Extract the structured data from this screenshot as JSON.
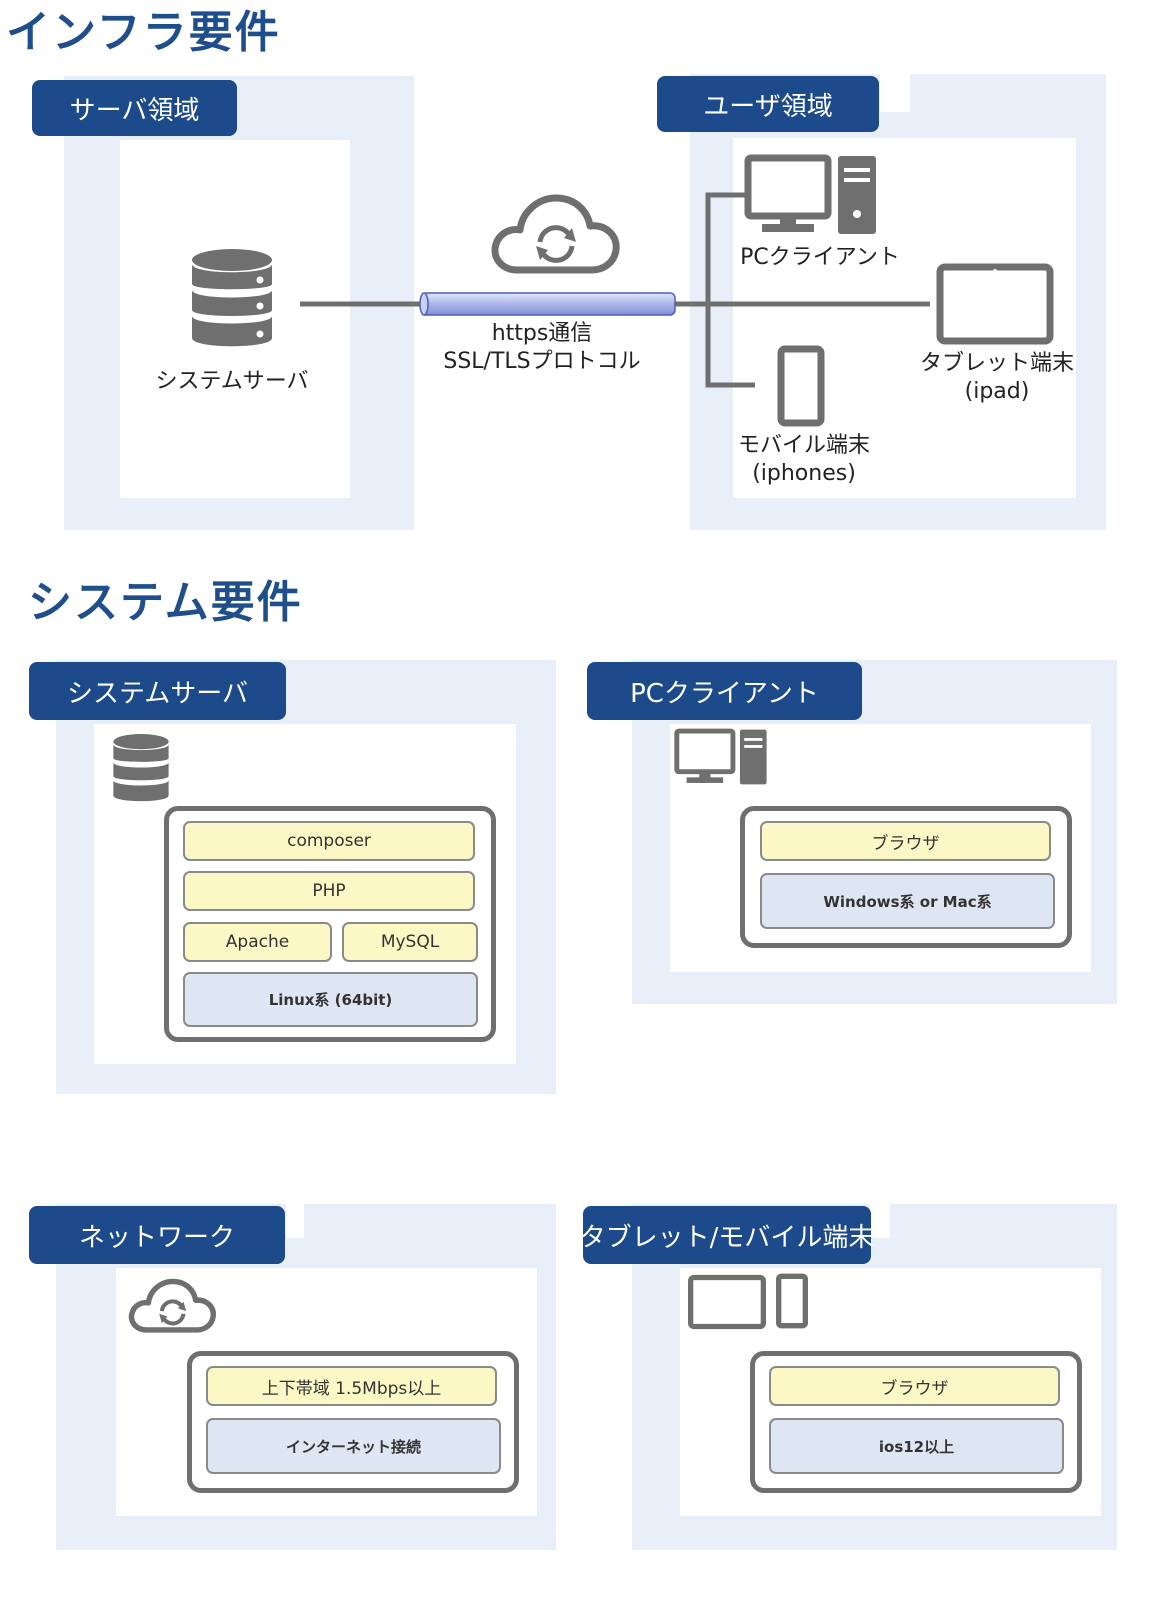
{
  "infra": {
    "title": "インフラ要件",
    "server_area": "サーバ領域",
    "user_area": "ユーザ領域",
    "server_label": "システムサーバ",
    "connection_line1": "https通信",
    "connection_line2": "SSL/TLSプロトコル",
    "pc_label": "PCクライアント",
    "tablet_line1": "タブレット端末",
    "tablet_line2": "(ipad)",
    "mobile_line1": "モバイル端末",
    "mobile_line2": "(iphones)"
  },
  "system": {
    "title": "システム要件",
    "server": {
      "tag": "システムサーバ",
      "layers": {
        "composer": "composer",
        "php": "PHP",
        "apache": "Apache",
        "mysql": "MySQL",
        "os": "Linux系 (64bit)"
      }
    },
    "pc": {
      "tag": "PCクライアント",
      "browser": "ブラウザ",
      "os": "Windows系 or Mac系"
    },
    "network": {
      "tag": "ネットワーク",
      "bandwidth": "上下帯域 1.5Mbps以上",
      "connection": "インターネット接続"
    },
    "tablet": {
      "tag": "タブレット/モバイル端末",
      "browser": "ブラウザ",
      "os": "ios12以上"
    }
  },
  "colors": {
    "accent": "#1c4a8b",
    "title": "#1f4e8c",
    "frame": "#e9eff8",
    "icon": "#6f6f6f",
    "layer_yellow": "#fbf8c6",
    "layer_blue": "#dfe6f3"
  }
}
